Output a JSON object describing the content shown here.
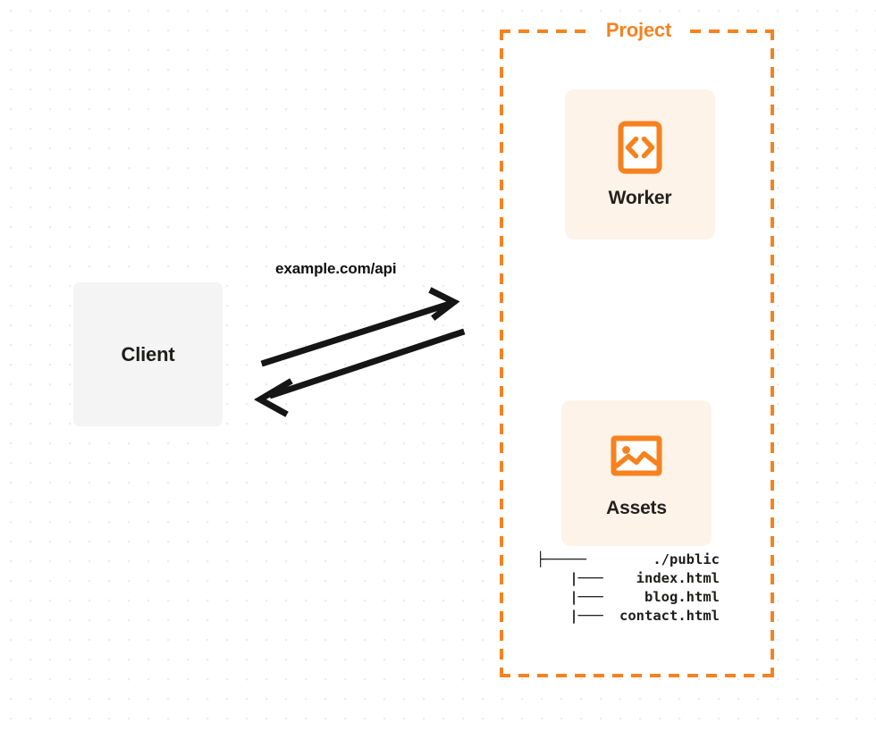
{
  "diagram": {
    "title": "Client to Project request flow",
    "colors": {
      "accent_orange": "#f6821f",
      "card_background": "#fdf3e8",
      "client_background": "#f4f4f5",
      "text_dark": "#1d1d1b",
      "canvas_background": "#ffffff",
      "grid_dot": "#ececed"
    },
    "client": {
      "label": "Client"
    },
    "project": {
      "label": "Project",
      "border_style": "dashed"
    },
    "services": [
      {
        "id": "worker",
        "label": "Worker",
        "icon": "code-brackets-icon"
      },
      {
        "id": "assets",
        "label": "Assets",
        "icon": "image-picture-icon"
      }
    ],
    "file_tree": [
      {
        "branch": "├─────",
        "name": "./public"
      },
      {
        "branch": "    |───",
        "name": "index.html"
      },
      {
        "branch": "    |───",
        "name": "blog.html"
      },
      {
        "branch": "    |───",
        "name": "contact.html"
      }
    ],
    "edges": [
      {
        "id": "request",
        "label": "example.com/api",
        "direction": "bidirectional",
        "from": "Client",
        "to": "Project"
      }
    ]
  }
}
